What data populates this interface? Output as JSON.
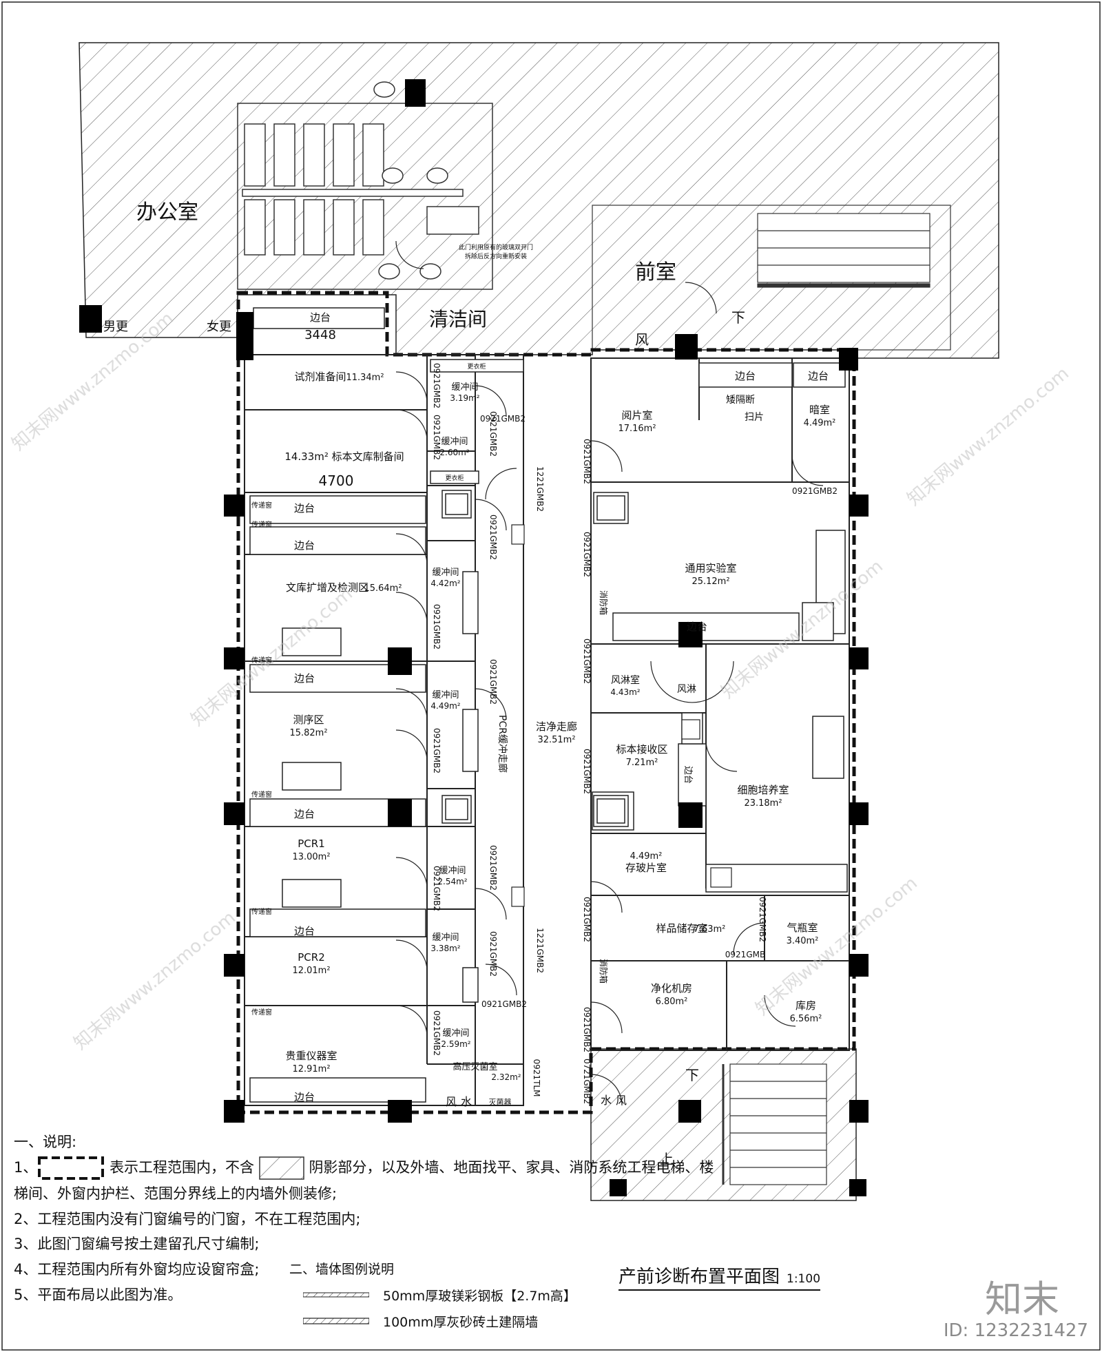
{
  "drawing": {
    "title": "产前诊断布置平面图",
    "scale": "1:100"
  },
  "brand": {
    "logo_text": "知末",
    "id_text": "ID: 1232231427",
    "watermark_text": "知末网www.znzmo.com"
  },
  "areas_outside": {
    "office": "办公室",
    "men_locker": "男更",
    "women_locker": "女更",
    "cleaning": "清洁间",
    "front_room": "前室",
    "wind": "风",
    "down_top": "下",
    "down_bottom": "下",
    "up_bottom": "上",
    "door_note_1": "此门利用原有的玻璃双开门",
    "door_note_2": "拆除后反方向重新安装",
    "dim_top": "3448",
    "dim_mid": "4700"
  },
  "rooms_left": [
    {
      "name": "试剂准备间",
      "area": "11.34m²"
    },
    {
      "name": "14.33m² 标本文库制备间",
      "area": ""
    },
    {
      "name": "文库扩增及检测区",
      "area": "15.64m²"
    },
    {
      "name": "测序区",
      "area": "15.82m²"
    },
    {
      "name": "PCR1",
      "area": "13.00m²"
    },
    {
      "name": "PCR2",
      "area": "12.01m²"
    },
    {
      "name": "贵重仪器室",
      "area": "12.91m²"
    }
  ],
  "buffers": [
    {
      "name": "缓冲间",
      "area": "3.19m²"
    },
    {
      "name": "缓冲间",
      "area": "2.60m²"
    },
    {
      "name": "缓冲间",
      "area": "4.42m²"
    },
    {
      "name": "缓冲间",
      "area": "4.49m²"
    },
    {
      "name": "缓冲间",
      "area": "2.54m²"
    },
    {
      "name": "缓冲间",
      "area": "3.38m²"
    },
    {
      "name": "缓冲间",
      "area": "2.59m²"
    }
  ],
  "autoclave": {
    "name": "高压灭菌室",
    "area": "2.32m²"
  },
  "corridors": {
    "pcr": "PCR缓冲走廊",
    "clean_name": "洁净走廊",
    "clean_area": "32.51m²"
  },
  "rooms_right": [
    {
      "name": "阅片室",
      "area": "17.16m²"
    },
    {
      "name": "暗室",
      "area": "4.49m²"
    },
    {
      "name": "通用实验室",
      "area": "25.12m²"
    },
    {
      "name": "风淋室",
      "area": "4.43m²"
    },
    {
      "name": "标本接收区",
      "area": "7.21m²"
    },
    {
      "name": "细胞培养室",
      "area": "23.18m²"
    },
    {
      "name": "存玻片室",
      "area": "4.49m²"
    },
    {
      "name": "样品储存室",
      "area": "7.63m²"
    },
    {
      "name": "气瓶室",
      "area": "3.40m²"
    },
    {
      "name": "净化机房",
      "area": "6.80m²"
    },
    {
      "name": "库房",
      "area": "6.56m²"
    }
  ],
  "labels": {
    "counter": "边台",
    "locker": "更衣柜",
    "pass_box": "传递窗",
    "fire_box": "消防箱",
    "low_partition": "矮隔断",
    "scan": "扫片",
    "air_shower": "风淋",
    "wind": "风",
    "water": "水",
    "sterilizer": "灭菌器"
  },
  "door_codes": {
    "d1": "0921GMB2",
    "d2": "1221GMB2",
    "d3": "0921TLM",
    "d4": "0721GMB2",
    "d5": "0921GMB"
  },
  "notes": {
    "heading": "一、说明:",
    "n1_prefix": "1、",
    "n1_mid": "表示工程范围内，不含",
    "n1_rest": "阴影部分，以及外墙、地面找平、家具、消防系统工程电梯、楼",
    "n1_cont": "梯间、外窗内护栏、范围分界线上的内墙外侧装修;",
    "n2": "2、工程范围内没有门窗编号的门窗，不在工程范围内;",
    "n3": "3、此图门窗编号按土建留孔尺寸编制;",
    "n4": "4、工程范围内所有外窗均应设窗帘盒;",
    "n5": "5、平面布局以此图为准。"
  },
  "wall_legend": {
    "heading": "二、墙体图例说明",
    "w1": "50mm厚玻镁彩钢板【2.7m高】",
    "w2": "100mm厚灰砂砖土建隔墙"
  }
}
